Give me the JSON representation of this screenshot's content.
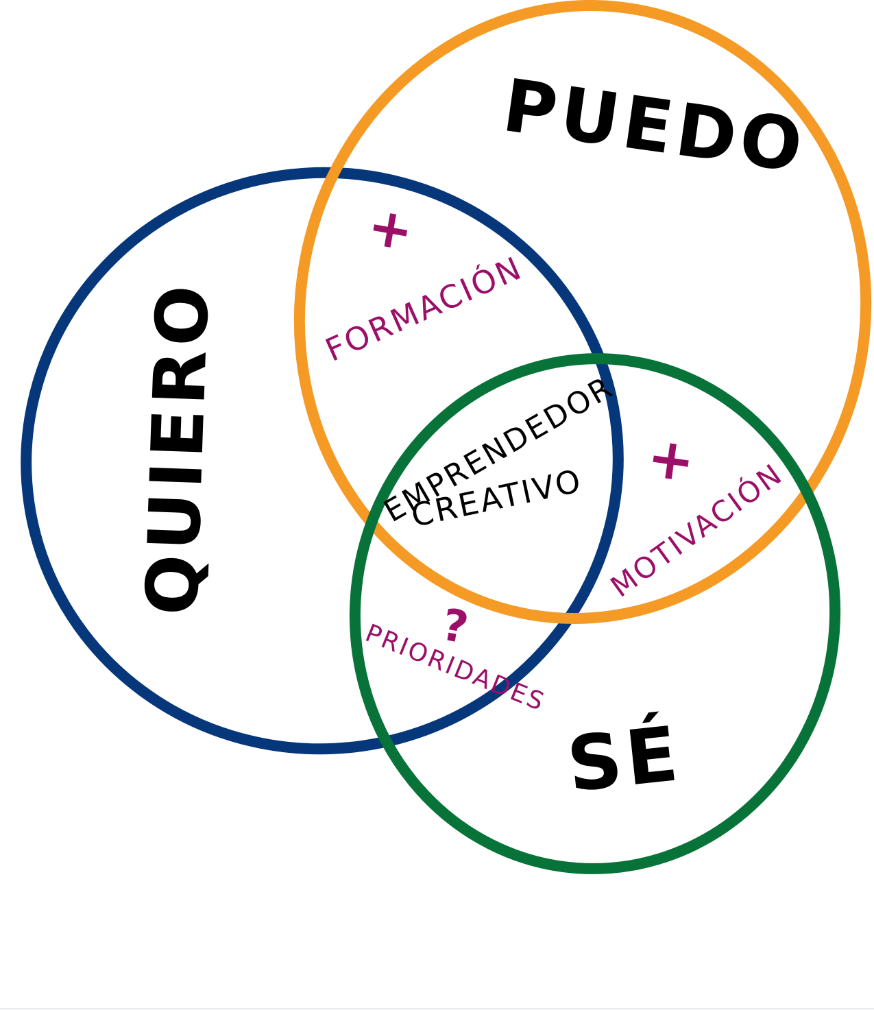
{
  "colors": {
    "quiero_circle": "#06377a",
    "puedo_circle": "#f49a25",
    "se_circle": "#087338",
    "overlap_text": "#9b0f68",
    "label_text": "#000000",
    "background": "#ffffff"
  },
  "labels": {
    "quiero": "QUIERO",
    "puedo": "PUEDO",
    "se": "SÉ",
    "center_line1": "EMPRENDEDOR",
    "center_line2": "CREATIVO",
    "formacion": "FORMACIÓN",
    "motivacion": "MOTIVACIÓN",
    "prioridades": "PRIORIDADES"
  },
  "marks": {
    "formacion_plus": "+",
    "motivacion_plus": "+",
    "prioridades_question": "?"
  }
}
